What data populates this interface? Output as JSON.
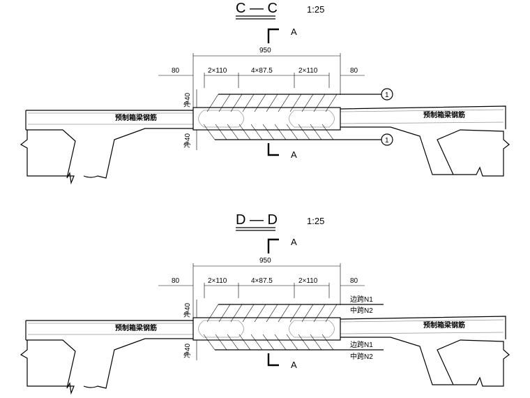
{
  "views": [
    {
      "title": "C — C",
      "scale": "1:25",
      "section_mark": "A",
      "dim_total": "950",
      "dim_left": "80",
      "dim_seg1": "2×110",
      "dim_mid": "4×87.5",
      "dim_seg2": "2×110",
      "dim_right": "80",
      "clear_top": "净40",
      "clear_bottom": "净40",
      "slab_label_left": "预制箱梁钢筋",
      "slab_label_right": "预制箱梁钢筋",
      "rebar_tag_top": "1",
      "rebar_tag_bottom": "1"
    },
    {
      "title": "D — D",
      "scale": "1:25",
      "section_mark": "A",
      "dim_total": "950",
      "dim_left": "80",
      "dim_seg1": "2×110",
      "dim_mid": "4×87.5",
      "dim_seg2": "2×110",
      "dim_right": "80",
      "clear_top": "净40",
      "clear_bottom": "净40",
      "slab_label_left": "预制箱梁钢筋",
      "slab_label_right": "预制箱梁钢筋",
      "top_label_1": "边跨N1",
      "top_label_2": "中跨N2",
      "bottom_label_1": "边跨N1",
      "bottom_label_2": "中跨N2"
    }
  ]
}
